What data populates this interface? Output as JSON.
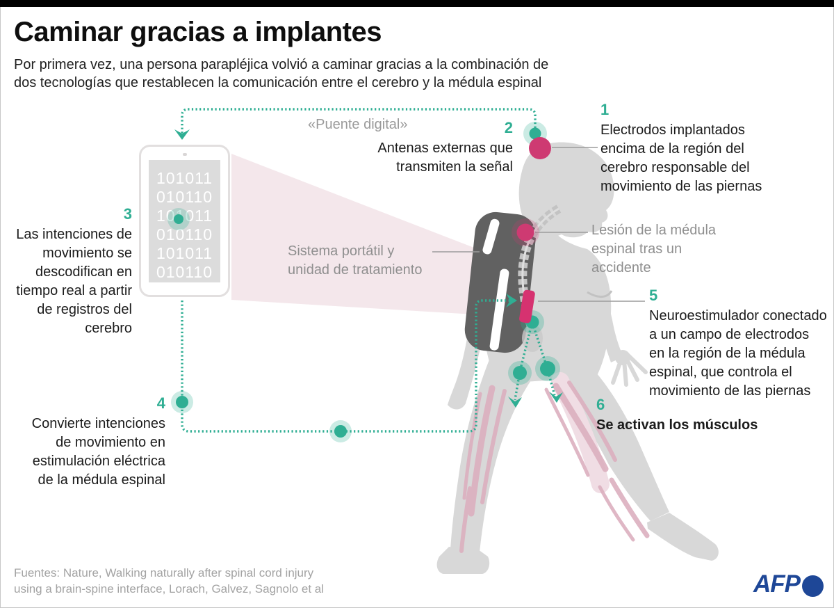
{
  "colors": {
    "teal": "#2fae93",
    "pink": "#ce3a72",
    "body_gray": "#d8d8d8",
    "backpack_gray": "#616161",
    "afp_blue": "#1e4797"
  },
  "header": {
    "title": "Caminar gracias a implantes",
    "subtitle": "Por primera vez, una persona parapléjica volvió a caminar gracias a la combinación de\ndos tecnologías que restablecen la comunicación entre el cerebro y la médula espinal"
  },
  "diagram": {
    "bridge_label": "«Puente digital»",
    "phone_binary": "101011\n010110\n101011\n010110\n101011\n010110",
    "steps": [
      {
        "num": "1",
        "text": "Electrodos implantados\nencima de la región del\ncerebro responsable del\nmovimiento de las piernas"
      },
      {
        "num": "2",
        "text": "Antenas externas que\ntransmiten la señal"
      },
      {
        "num": "3",
        "text": "Las intenciones de\nmovimiento se\ndescodifican en\ntiempo real a partir\nde registros del\ncerebro"
      },
      {
        "num": "4",
        "text": "Convierte intenciones\nde movimiento en\nestimulación eléctrica\nde la médula espinal"
      },
      {
        "num": "5",
        "text": "Neuroestimulador conectado\na un campo de electrodos\nen la región de la médula\nespinal, que controla el\nmovimiento de las piernas"
      },
      {
        "num": "6",
        "text": "Se activan los músculos"
      }
    ],
    "annotations": {
      "portable_system": "Sistema portátil y\nunidad de tratamiento",
      "spinal_injury": "Lesión de la médula\nespinal tras un\naccidente"
    }
  },
  "footer": {
    "sources": "Fuentes: Nature, Walking naturally after spinal cord injury\nusing a brain-spine interface, Lorach, Galvez, Sagnolo et al",
    "logo_text": "AFP"
  }
}
